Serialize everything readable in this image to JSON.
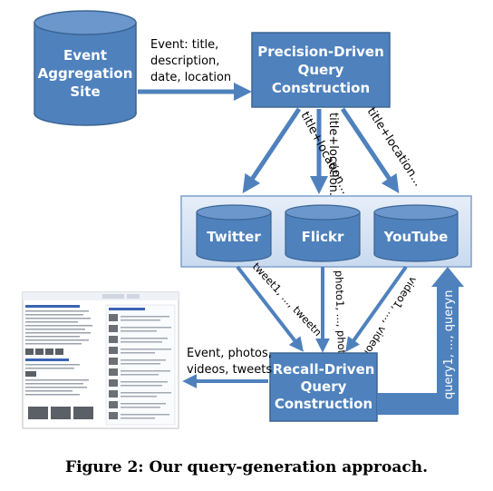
{
  "nodes": {
    "event_site": [
      "Event",
      "Aggregation",
      "Site"
    ],
    "precision": [
      "Precision-Driven",
      "Query",
      "Construction"
    ],
    "twitter": "Twitter",
    "flickr": "Flickr",
    "youtube": "YouTube",
    "recall": [
      "Recall-Driven",
      "Query",
      "Construction"
    ]
  },
  "edges": {
    "event_to_precision": [
      "Event: title,",
      "description,",
      "date, location"
    ],
    "to_twitter": "title+location...",
    "to_flickr": "title+location...",
    "to_youtube": "title+location...",
    "from_twitter": "tweet1, ..., tweetn",
    "from_flickr": "photo1, ..., photon",
    "from_youtube": "video1, ..., videon",
    "recall_out": [
      "Event, photos,",
      "videos, tweets"
    ],
    "feedback": "query1, ..., queryn"
  },
  "colors": {
    "box_fill": "#4f81bd",
    "box_stroke": "#3a6593",
    "panel_fill": "#dbe7f5",
    "panel_stroke": "#7da0cc",
    "arrow": "#4f81bd"
  },
  "caption": "Figure 2: Our query-generation approach."
}
